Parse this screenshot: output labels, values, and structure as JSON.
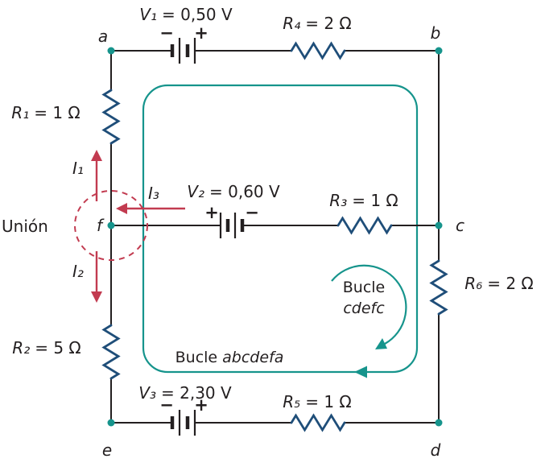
{
  "colors": {
    "background": "#ffffff",
    "wire": "#231f20",
    "text": "#231f20",
    "resistor": "#1f4e79",
    "teal": "#16948c",
    "red": "#c23b50"
  },
  "nodes": {
    "a": "a",
    "b": "b",
    "c": "c",
    "d": "d",
    "e": "e",
    "f": "f"
  },
  "junction": {
    "label": "Unión"
  },
  "sources": {
    "v1": {
      "symbol": "V₁",
      "value": "= 0,50 V",
      "neg": "−",
      "pos": "+"
    },
    "v2": {
      "symbol": "V₂",
      "value": "= 0,60 V",
      "neg": "−",
      "pos": "+"
    },
    "v3": {
      "symbol": "V₃",
      "value": "= 2,30 V",
      "neg": "−",
      "pos": "+"
    }
  },
  "resistors": {
    "r1": {
      "symbol": "R₁",
      "value": "= 1 Ω"
    },
    "r2": {
      "symbol": "R₂",
      "value": "= 5 Ω"
    },
    "r3": {
      "symbol": "R₃",
      "value": "= 1 Ω"
    },
    "r4": {
      "symbol": "R₄",
      "value": "= 2 Ω"
    },
    "r5": {
      "symbol": "R₅",
      "value": "= 1 Ω"
    },
    "r6": {
      "symbol": "R₆",
      "value": "= 2 Ω"
    }
  },
  "currents": {
    "i1": "I₁",
    "i2": "I₂",
    "i3": "I₃"
  },
  "loops": {
    "outer": {
      "word": "Bucle",
      "name": "abcdefa"
    },
    "inner": {
      "word": "Bucle",
      "name": "cdefc"
    }
  }
}
